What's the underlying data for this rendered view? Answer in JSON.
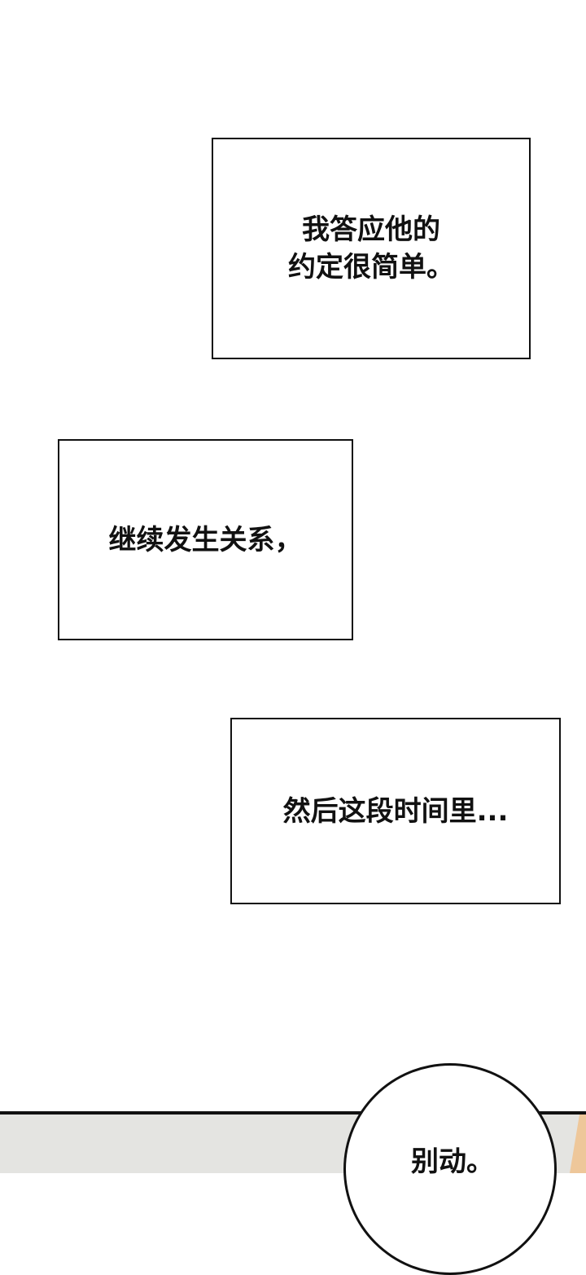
{
  "captions": [
    {
      "text": "我答应他的\n约定很简单。"
    },
    {
      "text": "继续发生关系，"
    },
    {
      "text": "然后这段时间里..."
    }
  ],
  "bubble": {
    "text": "别动。"
  }
}
